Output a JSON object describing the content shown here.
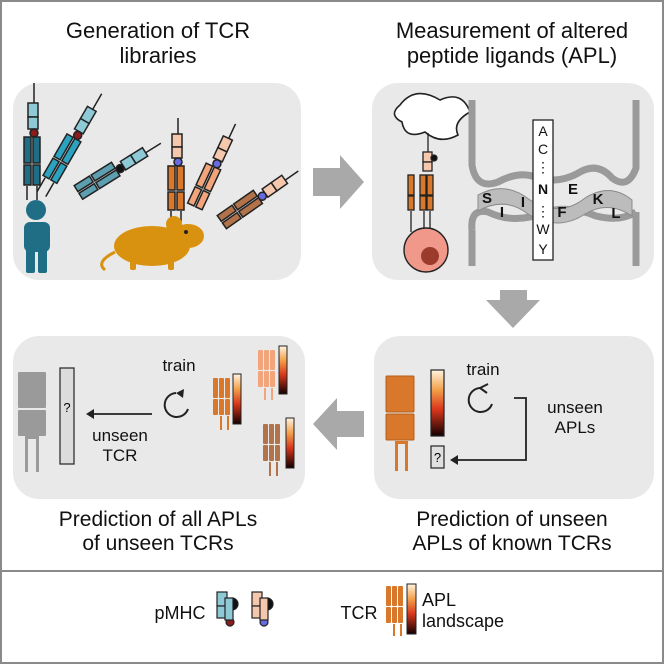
{
  "panels": {
    "tcr_libraries": {
      "title_line1": "Generation of TCR",
      "title_line2": "libraries"
    },
    "apl_measurement": {
      "title_line1": "Measurement of altered",
      "title_line2": "peptide ligands (APL)",
      "substitution_column": [
        "A",
        "C",
        "⋮",
        "N",
        "⋮",
        "W",
        "Y"
      ],
      "peptide_residues": [
        "S",
        "I",
        "I",
        "N",
        "F",
        "E",
        "K",
        "L"
      ]
    },
    "unseen_apl_prediction": {
      "train_label": "train",
      "unseen_line1": "unseen",
      "unseen_line2": "APLs",
      "question_mark": "?",
      "caption_line1": "Prediction of unseen",
      "caption_line2": "APLs of known TCRs"
    },
    "unseen_tcr_prediction": {
      "train_label": "train",
      "unseen_line1": "unseen",
      "unseen_line2": "TCR",
      "question_mark": "?",
      "caption_line1": "Prediction of all APLs",
      "caption_line2": "of unseen TCRs"
    }
  },
  "legend": {
    "pmhc_label": "pMHC",
    "tcr_label": "TCR",
    "apl_line1": "APL",
    "apl_line2": "landscape"
  },
  "colors": {
    "panel_bg": "#e9e9e9",
    "arrow_gray": "#a9a9a9",
    "human_teal": "#1f6e85",
    "mouse_orange": "#d9920f",
    "tcr_orange": "#d9772a",
    "tcr_light": "#f2b38c",
    "tcr_brown": "#b2734a",
    "tcr_gray": "#9a9a9a",
    "cell_pink": "#f0998a"
  }
}
